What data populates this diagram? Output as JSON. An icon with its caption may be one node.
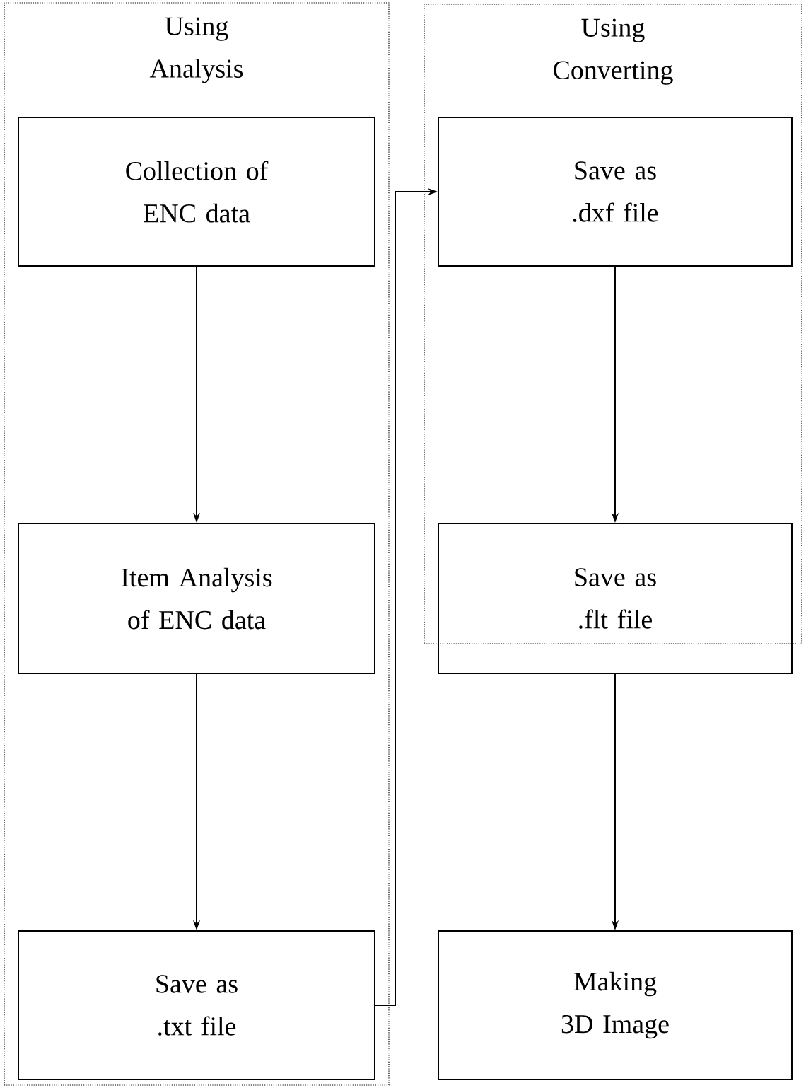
{
  "diagram": {
    "nodes": [
      {
        "text": [
          "Using Analysis"
        ]
      },
      {
        "text": [
          "Using Converting"
        ]
      },
      {
        "text": [
          "Collection of ENC data"
        ],
        "in": 0
      },
      {
        "text": [
          "Item Analysis of ENC data"
        ],
        "in": 0
      },
      {
        "text": [
          "Save as .txt file"
        ],
        "in": 0
      },
      {
        "text": [
          "Save as .dxf file"
        ],
        "in": 1
      },
      {
        "text": [
          "Save as .flt file"
        ]
      },
      {
        "text": [
          "Making 3D Image"
        ]
      }
    ],
    "edges": [
      {
        "from": 2,
        "to": 3,
        "arrow": "to"
      },
      {
        "from": 3,
        "to": 4,
        "arrow": "to"
      },
      {
        "from": 4,
        "to": 5,
        "arrow": "to"
      },
      {
        "from": 5,
        "to": 6,
        "arrow": "to"
      },
      {
        "from": 6,
        "to": 7,
        "arrow": "to"
      }
    ]
  }
}
